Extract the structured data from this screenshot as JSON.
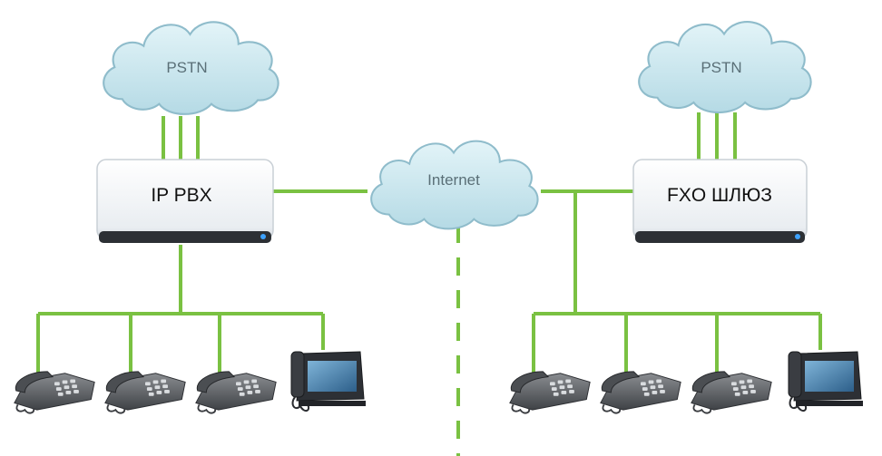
{
  "left_site": {
    "cloud_label": "PSTN",
    "device_label": "IP PBX",
    "phones": [
      "analog-phone",
      "analog-phone",
      "analog-phone",
      "video-ip-phone"
    ]
  },
  "right_site": {
    "cloud_label": "PSTN",
    "device_label": "FXO ШЛЮЗ",
    "phones": [
      "analog-phone",
      "analog-phone",
      "analog-phone",
      "video-ip-phone"
    ]
  },
  "center": {
    "cloud_label": "Internet"
  },
  "colors": {
    "link": "#7ac142",
    "cloud_fill": "#c9e6ee",
    "cloud_stroke": "#8fbccb",
    "cloud_text": "#5a6f77",
    "device_body": "#f4f6f8",
    "device_base": "#2c3035",
    "phone_body": "#5a5d61"
  }
}
